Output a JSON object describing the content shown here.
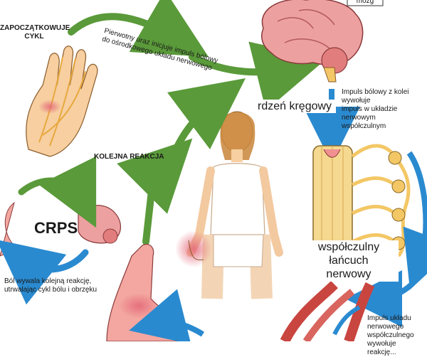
{
  "labels": {
    "start_cycle": "ZAPOCZĄTKOWUJE\nCYKL",
    "initial_injury": "Pierwotny uraz inicjuje impuls bólowy\ndo ośrodkowego układu nerwowego",
    "brain": "mózg",
    "spinal_cord": "rdzeń kręgowy",
    "pain_impulse_sympathetic": "Impuls bólowy z kolei wywołuje\nimpuls w układzie nerwowym\nwspółczulnym",
    "next_reaction": "KOLEJNA REAKCJA",
    "crps": "CRPS",
    "sympathetic_chain": "współczulny łańcuch\nnerwowy",
    "pain_loop": "Ból wywala kolejną reakcję,\nutrwalając cykl bólu i obrzęku",
    "sympathetic_impulse": "Impuls układu nerwowego\nwspółczulnego wywołuje\nreakcję..."
  },
  "colors": {
    "green_arrow": "#5a9a3a",
    "blue_arrow": "#2a8ad0",
    "skin": "#f7cfa0",
    "brain_pink": "#e58b8b",
    "nerve_yellow": "#f3c765",
    "vessel_red": "#c9453f"
  }
}
